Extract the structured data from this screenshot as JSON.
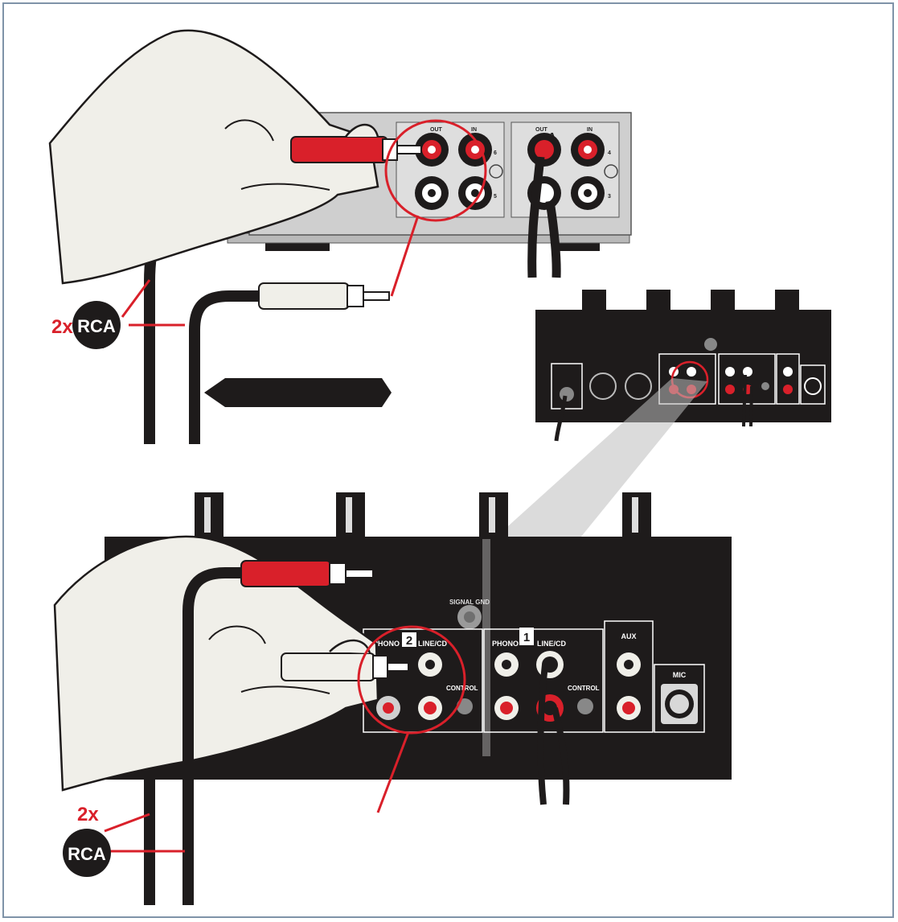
{
  "colors": {
    "red": "#d9202a",
    "black": "#1e1b1b",
    "interface_silver": "#cfcfcf",
    "hand": "#f0efe9"
  },
  "top_section": {
    "qty": "2x",
    "cable_type": "RCA"
  },
  "bottom_section": {
    "qty": "2x",
    "cable_type": "RCA"
  },
  "interface": {
    "out_label": "OUT",
    "in_label": "IN",
    "channel_a": "A",
    "port_numbers": [
      "6",
      "5",
      "4",
      "3"
    ]
  },
  "mixer": {
    "signal_gnd": "SIGNAL GND",
    "ch2_phono": "PHONO",
    "ch2_number": "2",
    "ch2_line": "LINE/CD",
    "ch2_control": "CONTROL",
    "ch1_phono": "PHONO",
    "ch1_number": "1",
    "ch1_line": "LINE/CD",
    "ch1_control": "CONTROL",
    "aux": "AUX",
    "mic": "MIC"
  }
}
